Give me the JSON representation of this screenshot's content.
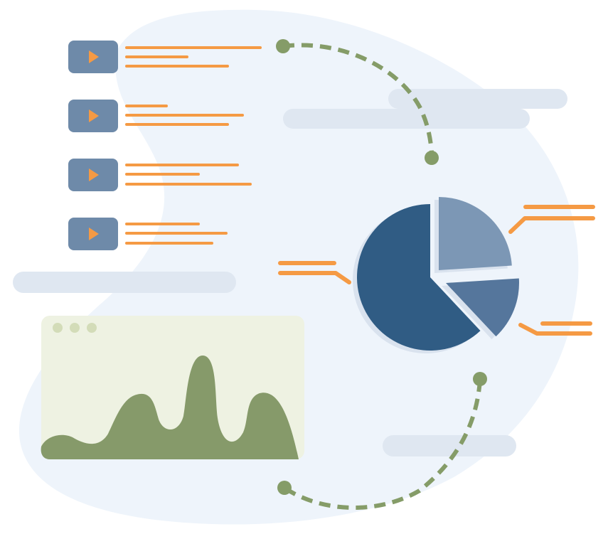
{
  "palette": {
    "background": "#ffffff",
    "blob": "#eef4fb",
    "pill": "#dfe7f1",
    "tile": "#6e8aa9",
    "accent": "#f59a44",
    "dots": "#859c68",
    "window": "#eef2e2",
    "window_dots": "#d3dcb8",
    "area_fill": "#869a6a",
    "pie_main": "#305c84",
    "pie_light": "#7c97b5",
    "pie_mid": "#55769c",
    "pie_shadow": "#d9e2ee"
  },
  "video_list": {
    "items": [
      {
        "icon": "play-icon",
        "text_lines": 3
      },
      {
        "icon": "play-icon",
        "text_lines": 3
      },
      {
        "icon": "play-icon",
        "text_lines": 3
      },
      {
        "icon": "play-icon",
        "text_lines": 3
      }
    ]
  },
  "chart_data": [
    {
      "type": "pie",
      "exploded": true,
      "values": [
        62,
        24,
        14
      ],
      "title": ""
    },
    {
      "type": "area",
      "values": [
        1,
        2,
        1,
        3,
        5,
        4,
        2,
        8,
        4,
        5,
        1
      ],
      "title": ""
    }
  ]
}
